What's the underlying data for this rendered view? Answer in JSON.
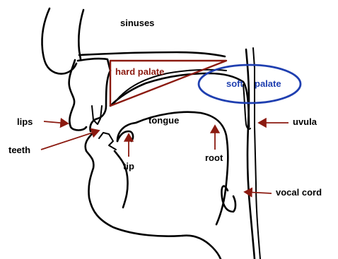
{
  "labels": {
    "sinuses": "sinuses",
    "hard_palate": "hard palate",
    "soft": "soft",
    "palate": "palate",
    "tongue": "tongue",
    "lips": "lips",
    "teeth": "teeth",
    "tip": "tip",
    "root": "root",
    "uvula": "uvula",
    "vocal_cord": "vocal cord"
  },
  "colors": {
    "outline": "#000000",
    "annotation_red": "#8b1a10",
    "annotation_blue": "#1f3fb0",
    "background": "#ffffff"
  }
}
